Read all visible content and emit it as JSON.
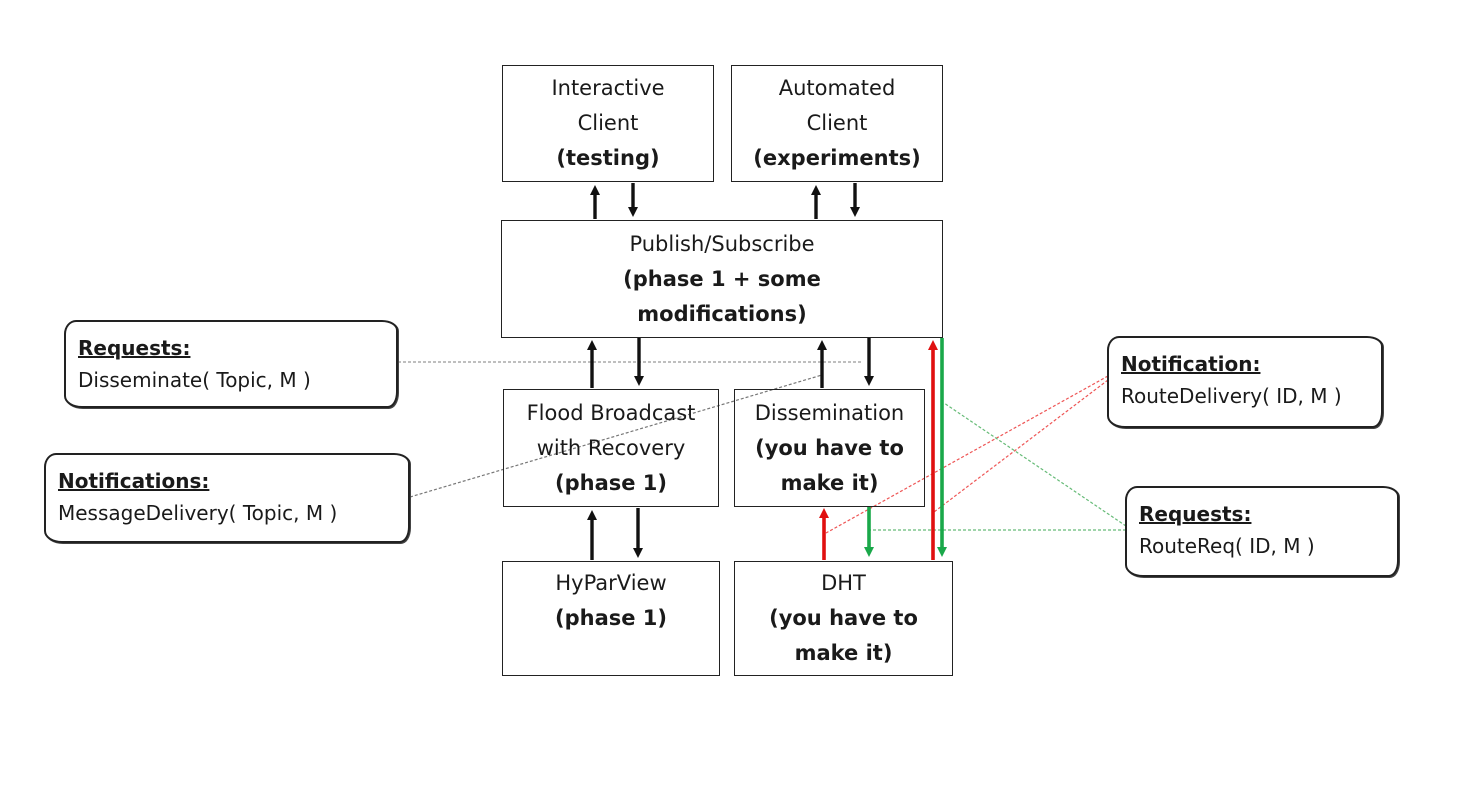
{
  "boxes": {
    "interactive_client": {
      "lines": [
        "Interactive",
        "Client"
      ],
      "bold": "(testing)"
    },
    "automated_client": {
      "lines": [
        "Automated",
        "Client"
      ],
      "bold": "(experiments)"
    },
    "publish_subscribe": {
      "lines": [
        "Publish/Subscribe"
      ],
      "bold_lines": [
        "(phase 1 + some",
        "modifications)"
      ]
    },
    "flood_broadcast": {
      "lines": [
        "Flood Broadcast",
        "with Recovery"
      ],
      "bold": "(phase 1)"
    },
    "dissemination": {
      "lines": [
        "Dissemination"
      ],
      "bold_lines": [
        "(you have to",
        "make it)"
      ]
    },
    "hyparview": {
      "lines": [
        "HyParView"
      ],
      "bold": "(phase 1)"
    },
    "dht": {
      "lines": [
        "DHT"
      ],
      "bold_lines": [
        "(you have to",
        "make it)"
      ]
    }
  },
  "notes": {
    "requests_left": {
      "title": "Requests:",
      "text": "Disseminate( Topic, M )"
    },
    "notifications_left": {
      "title": "Notifications:",
      "text": "MessageDelivery( Topic, M )"
    },
    "notification_right": {
      "title": "Notification:",
      "text": "RouteDelivery( ID, M )"
    },
    "requests_right": {
      "title": "Requests:",
      "text": "RouteReq( ID, M )"
    }
  },
  "colors": {
    "arrow_default": "#111111",
    "arrow_request": "#1aa84a",
    "arrow_notification": "#e01010",
    "leader_grey": "#999999",
    "leader_red": "#ee5555",
    "leader_green": "#66bb77"
  }
}
